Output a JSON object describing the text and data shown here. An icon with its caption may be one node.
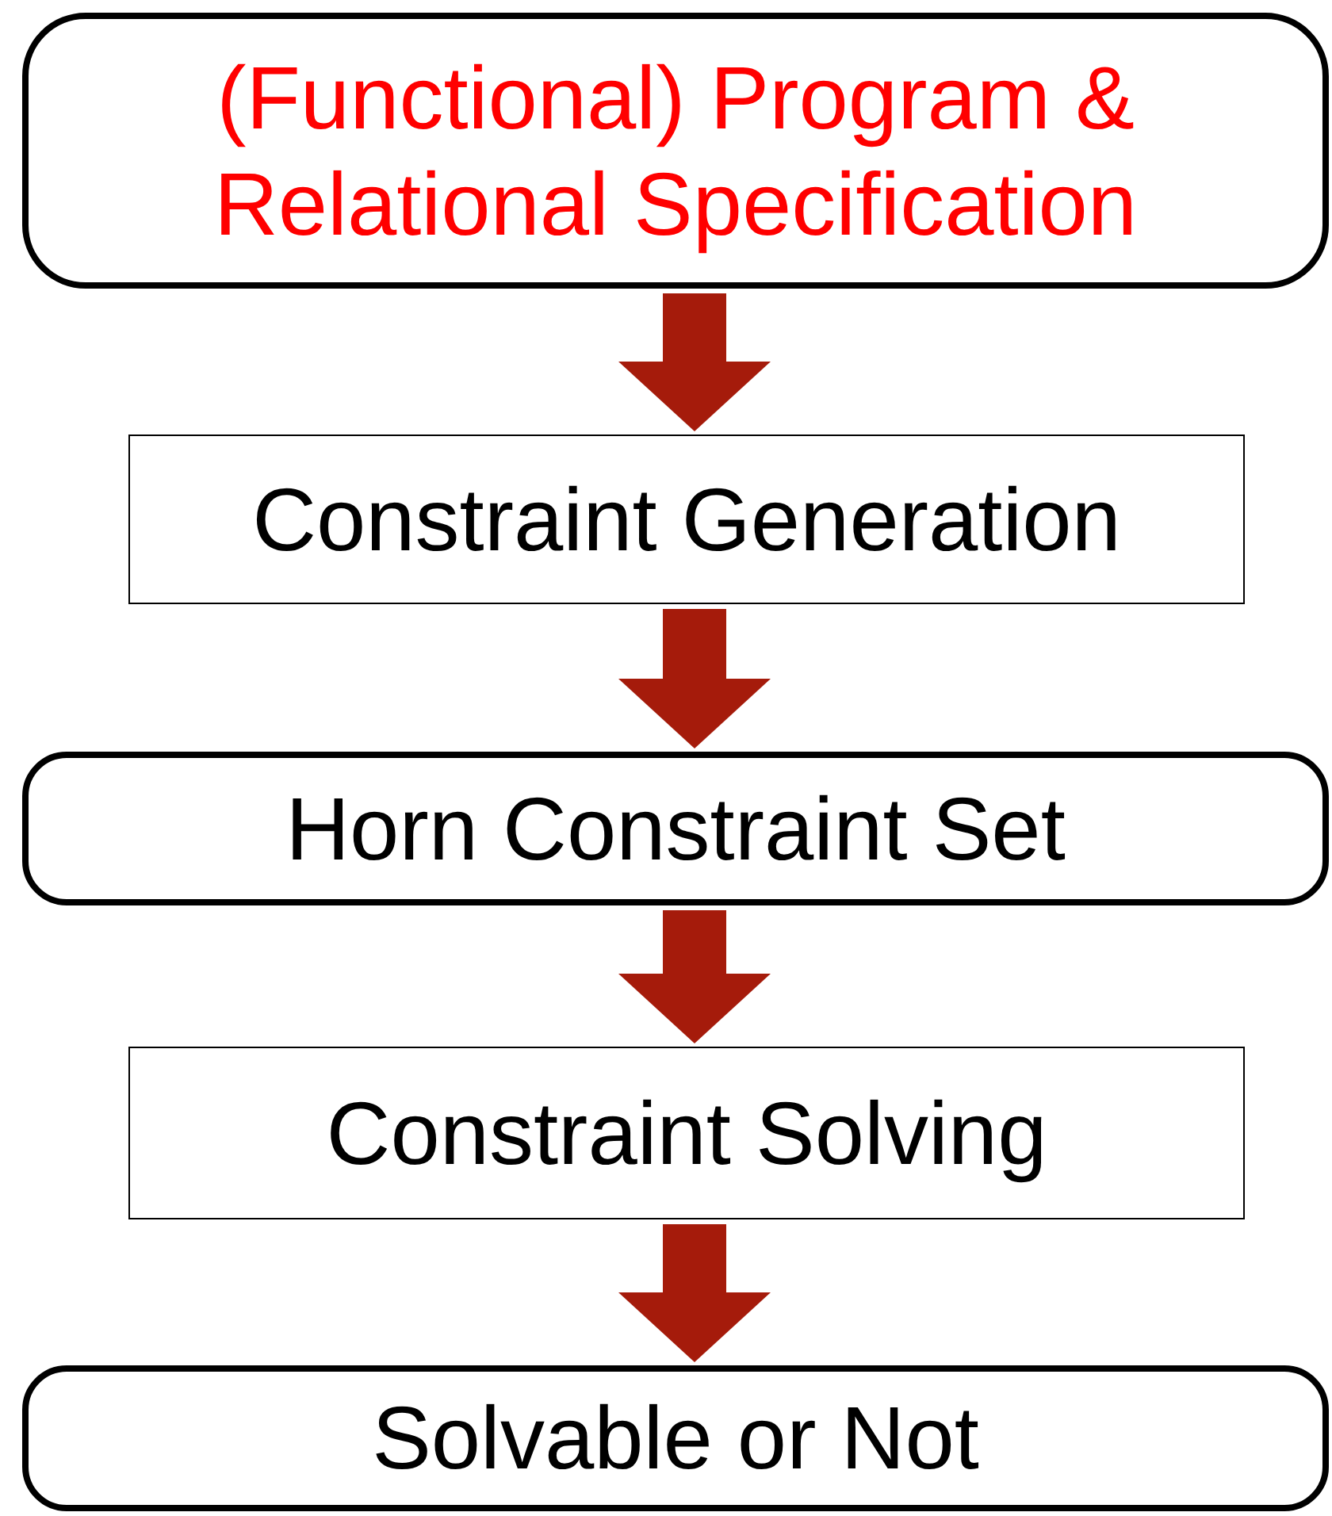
{
  "diagram": {
    "nodes": [
      {
        "text": [
          "(Functional) Program & Relational Specification"
        ]
      },
      {
        "text": [
          "Constraint Generation"
        ]
      },
      {
        "text": [
          "Horn Constraint Set"
        ]
      },
      {
        "text": [
          "Constraint Solving"
        ]
      },
      {
        "text": [
          "Solvable or Not"
        ]
      }
    ],
    "edges": [
      {
        "from": 0,
        "to": 1,
        "arrow": "to"
      },
      {
        "from": 1,
        "to": 2,
        "arrow": "to"
      },
      {
        "from": 2,
        "to": 3,
        "arrow": "to"
      },
      {
        "from": 3,
        "to": 4,
        "arrow": "to"
      }
    ]
  }
}
